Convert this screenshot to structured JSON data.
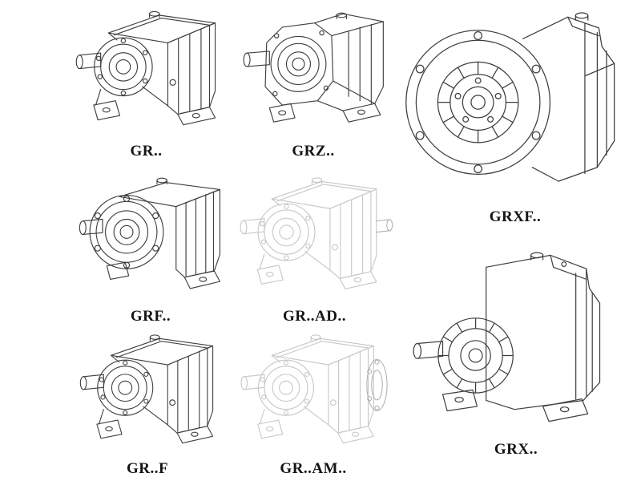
{
  "page": {
    "kind": "gear-reducer-catalog-sheet"
  },
  "colors": {
    "line": "#3f3f3f",
    "ghost_line": "#c7c7c7",
    "ghost_dark_line": "#b2b2b2",
    "label": "#141414",
    "background": "#ffffff"
  },
  "items": [
    {
      "id": "gr",
      "label": "GR..",
      "style": "solid",
      "description": "foot-mounted helical gear reducer"
    },
    {
      "id": "grz",
      "label": "GRZ..",
      "style": "solid",
      "description": "helical gear reducer, octagonal front cover"
    },
    {
      "id": "grxf",
      "label": "GRXF..",
      "style": "solid",
      "description": "flange-mounted helical gear reducer"
    },
    {
      "id": "grf",
      "label": "GRF..",
      "style": "solid",
      "description": "flange version helical gear reducer"
    },
    {
      "id": "grad",
      "label": "GR..AD..",
      "style": "ghost",
      "description": "reducer with input shaft adapter (phantom view)"
    },
    {
      "id": "grff",
      "label": "GR..F",
      "style": "solid",
      "description": "foot-mounted helical gear reducer"
    },
    {
      "id": "gram",
      "label": "GR..AM..",
      "style": "ghost",
      "description": "reducer with motor adapter flange (phantom view)"
    },
    {
      "id": "grx",
      "label": "GRX..",
      "style": "solid",
      "description": "large foot-mounted helical gear reducer"
    }
  ]
}
